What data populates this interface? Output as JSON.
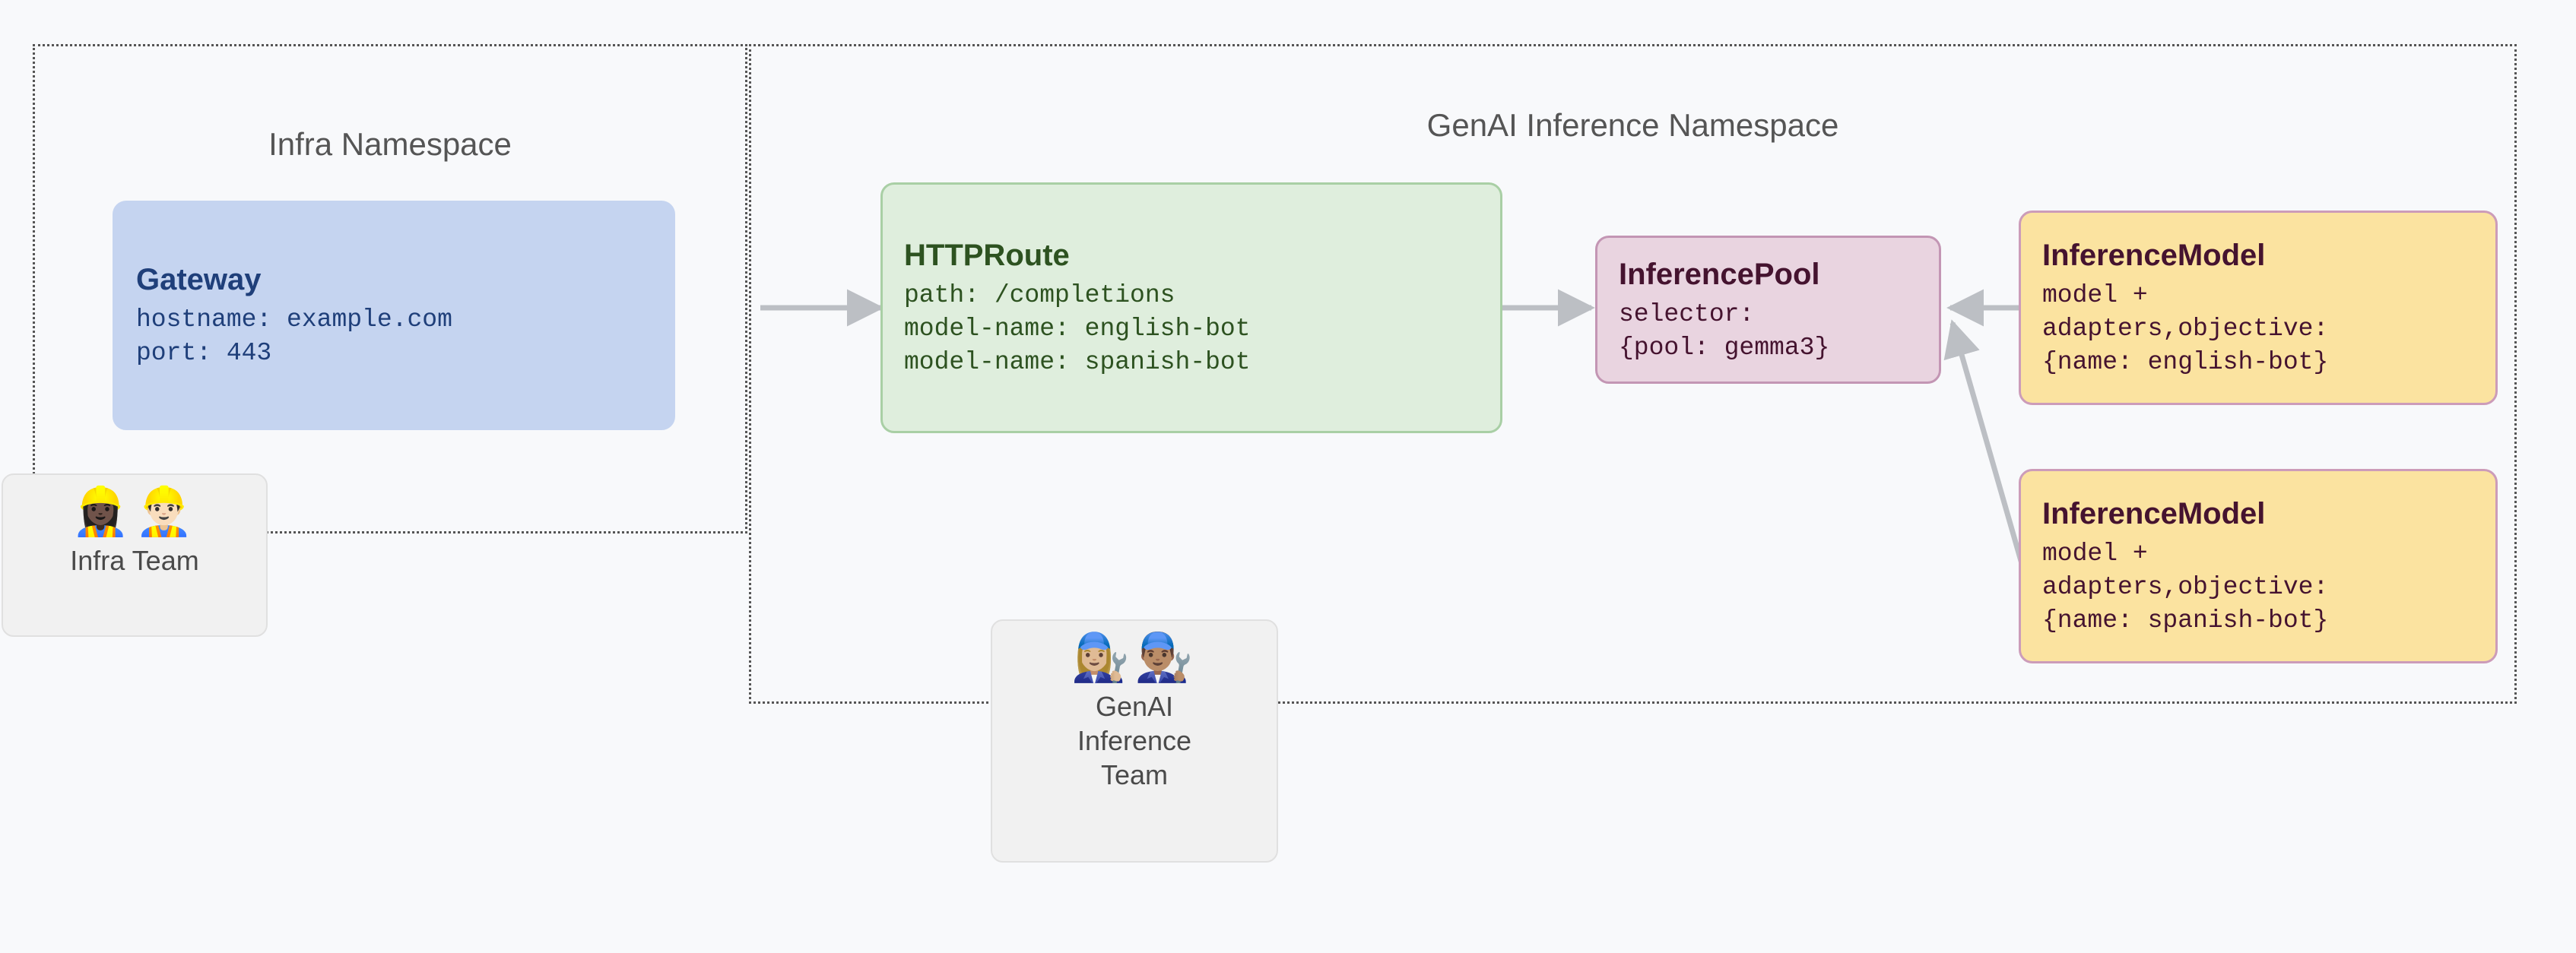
{
  "namespaces": [
    {
      "name": "infra",
      "title": "Infra Namespace"
    },
    {
      "name": "genai",
      "title": "GenAI Inference Namespace"
    }
  ],
  "resources": {
    "gateway": {
      "kind": "Gateway",
      "lines": [
        "hostname: example.com",
        "port: 443"
      ]
    },
    "httproute": {
      "kind": "HTTPRoute",
      "lines": [
        "path: /completions",
        "model-name: english-bot",
        "model-name: spanish-bot"
      ]
    },
    "inference_pool": {
      "kind": "InferencePool",
      "lines": [
        "selector:",
        "{pool: gemma3}"
      ]
    },
    "inference_model_english": {
      "kind": "InferenceModel",
      "lines": [
        "model +",
        "adapters,objective:",
        "{name: english-bot}"
      ]
    },
    "inference_model_spanish": {
      "kind": "InferenceModel",
      "lines": [
        "model +",
        "adapters,objective:",
        "{name: spanish-bot}"
      ]
    }
  },
  "teams": {
    "infra_team": {
      "label": "Infra Team",
      "avatars": "👷🏿‍♀️👷🏻‍♂️"
    },
    "genai_team": {
      "label": "GenAI Inference Team",
      "avatars": "👩🏼‍🔧👨🏽‍🔧"
    }
  },
  "colors": {
    "background": "#f8f9fb",
    "namespace_border": "#555555",
    "gateway_fill": "#c5d4f0",
    "gateway_text": "#1f3f7a",
    "httproute_fill": "#dfeedd",
    "httproute_border": "#a9cfa5",
    "httproute_text": "#2d5220",
    "pool_fill": "#e9d4e0",
    "pool_border": "#c396b4",
    "pool_text": "#45132f",
    "model_fill": "#fbe3a0",
    "model_border": "#cc9cb9",
    "model_text": "#45132f",
    "arrow": "#bcbfc4",
    "team_fill": "#f1f1f1",
    "team_border": "#e0e0e0",
    "team_text": "#4a4a4a"
  }
}
